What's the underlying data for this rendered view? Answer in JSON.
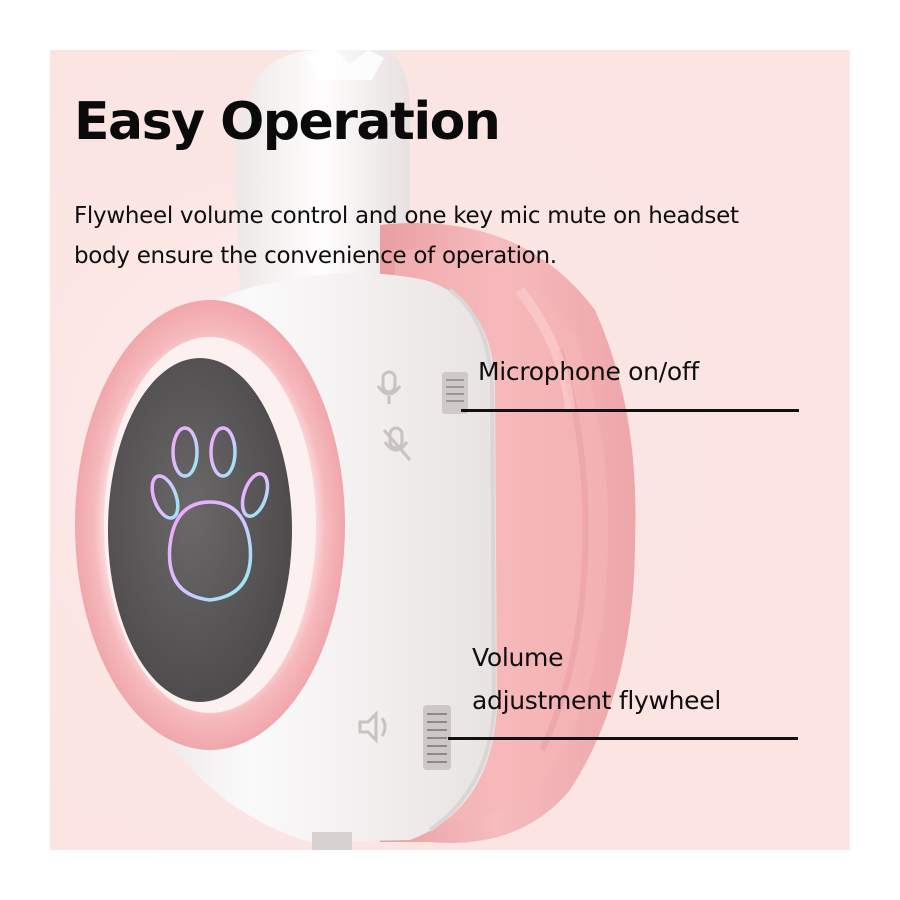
{
  "headline": "Easy Operation",
  "subline": "Flywheel volume control and one key mic mute on headset body ensure the convenience of operation.",
  "callouts": {
    "microphone": "Microphone on/off",
    "volume_line1": "Volume",
    "volume_line2": "adjustment flywheel"
  },
  "colors": {
    "background": "#fbe4e2",
    "earpad": "#f3b4b6",
    "shell": "#f4f1f1",
    "text": "#0e0e0e"
  },
  "icons": {
    "paw": "paw-print-icon",
    "mic": "microphone-icon",
    "mic_mute": "microphone-mute-icon",
    "volume": "volume-icon"
  }
}
